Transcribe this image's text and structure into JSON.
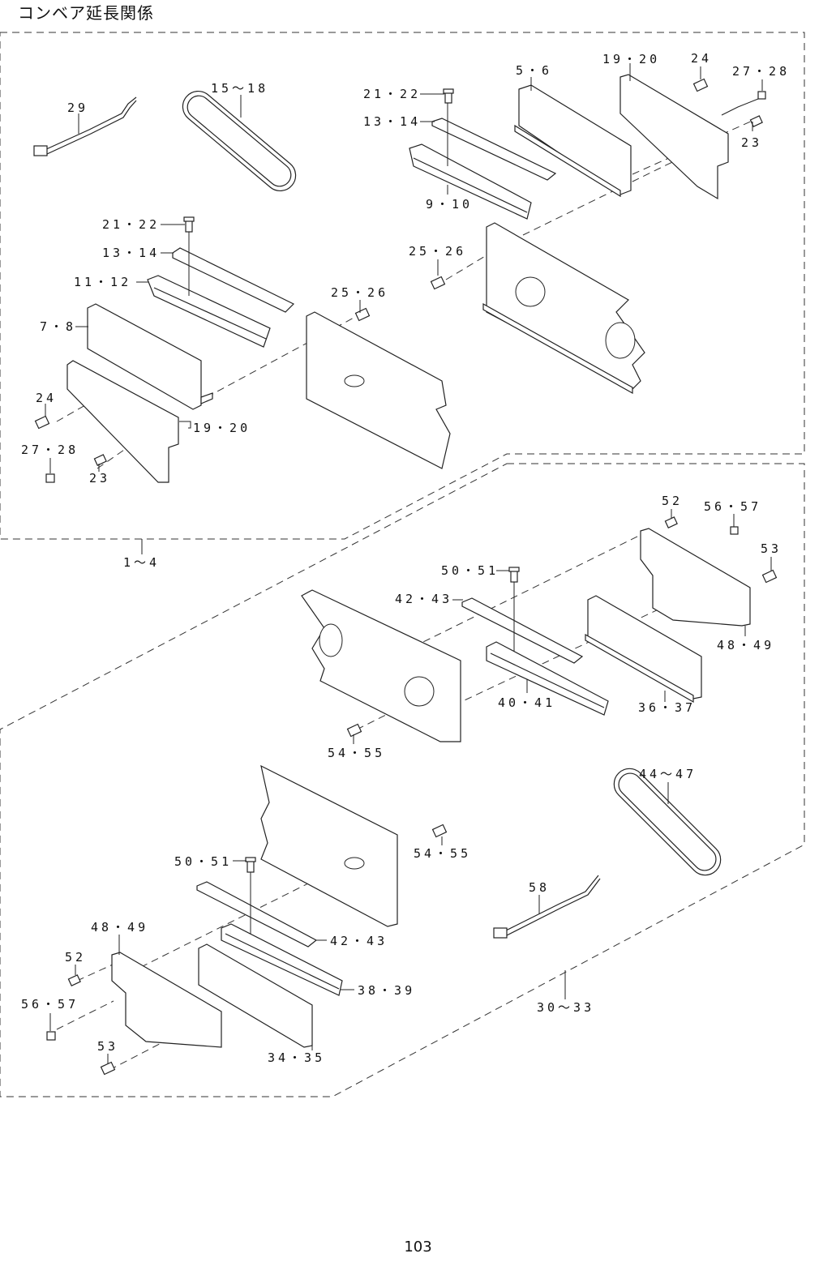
{
  "title": "コンベア延長関係",
  "page_number": "103",
  "groups": {
    "upper": "1～4",
    "lower": "30～33"
  },
  "labels": {
    "u_29": "29",
    "u_15_18": "15～18",
    "u_21_22_a": "21・22",
    "u_13_14_a": "13・14",
    "u_9_10": "9・10",
    "u_5_6": "5・6",
    "u_19_20_a": "19・20",
    "u_24_a": "24",
    "u_27_28_a": "27・28",
    "u_23_a": "23",
    "u_25_26_a": "25・26",
    "u_21_22_b": "21・22",
    "u_13_14_b": "13・14",
    "u_11_12": "11・12",
    "u_7_8": "7・8",
    "u_25_26_b": "25・26",
    "u_24_b": "24",
    "u_19_20_b": "19・20",
    "u_27_28_b": "27・28",
    "u_23_b": "23",
    "l_52_a": "52",
    "l_56_57_a": "56・57",
    "l_53_a": "53",
    "l_50_51_a": "50・51",
    "l_42_43_a": "42・43",
    "l_48_49_a": "48・49",
    "l_40_41": "40・41",
    "l_36_37": "36・37",
    "l_54_55_a": "54・55",
    "l_44_47": "44～47",
    "l_54_55_b": "54・55",
    "l_50_51_b": "50・51",
    "l_58": "58",
    "l_48_49_b": "48・49",
    "l_42_43_b": "42・43",
    "l_52_b": "52",
    "l_38_39": "38・39",
    "l_56_57_b": "56・57",
    "l_34_35": "34・35",
    "l_53_b": "53"
  }
}
